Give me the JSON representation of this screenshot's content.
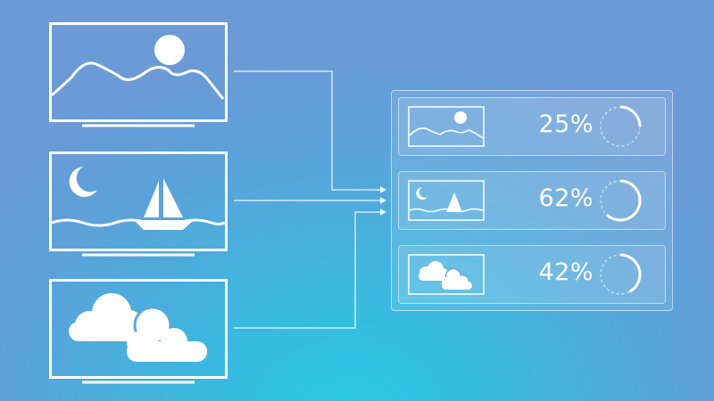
{
  "colors": {
    "stroke": "#ffffff",
    "bg_center": "#25cbe6",
    "bg_edge": "#6b9ad6"
  },
  "source_screens": [
    {
      "icon": "landscape-sun-mountains-icon"
    },
    {
      "icon": "sailboat-moon-waves-icon"
    },
    {
      "icon": "clouds-icon"
    }
  ],
  "results": [
    {
      "icon": "landscape-sun-mountains-icon",
      "label": "25%",
      "value": 0.25
    },
    {
      "icon": "sailboat-moon-waves-icon",
      "label": "62%",
      "value": 0.62
    },
    {
      "icon": "clouds-icon",
      "label": "42%",
      "value": 0.42
    }
  ]
}
